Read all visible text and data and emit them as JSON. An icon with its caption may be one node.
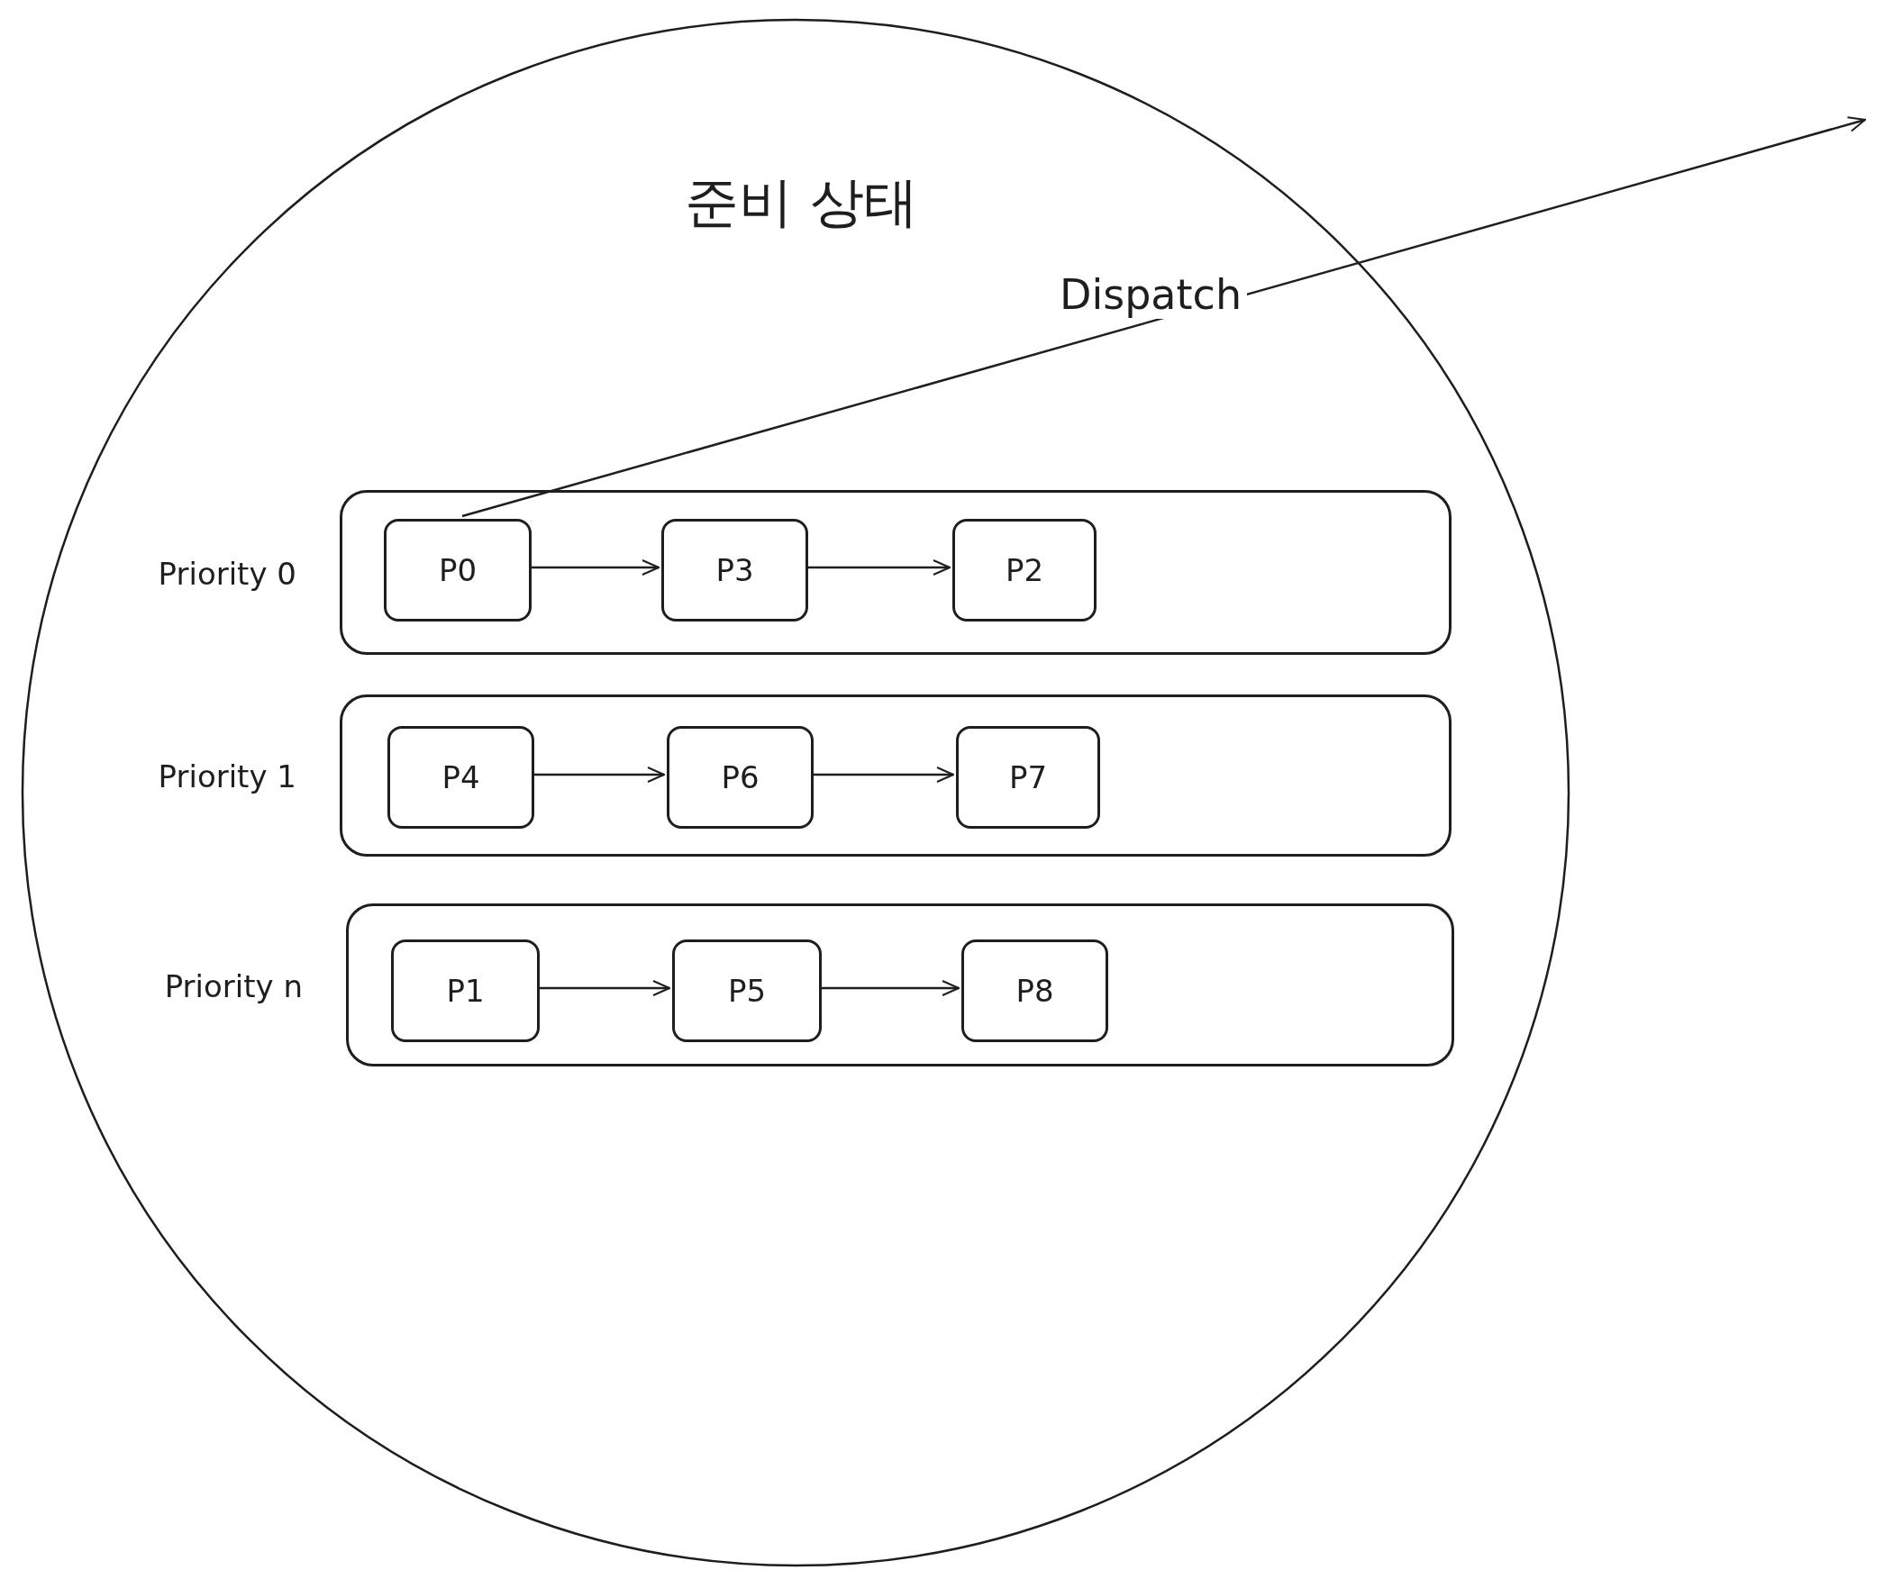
{
  "diagram": {
    "nodes": [
      {
        "text": [
          "준비 상태"
        ]
      },
      {
        "text": [],
        "shape": "box",
        "beside": [
          "Priority 0"
        ],
        "in": 0
      },
      {
        "text": [
          "P0"
        ],
        "in": 1
      },
      {
        "text": [
          "P3"
        ],
        "in": 1
      },
      {
        "text": [
          "P2"
        ],
        "in": 1
      },
      {
        "text": [],
        "shape": "box",
        "beside": [
          "Priority 1"
        ],
        "in": 0
      },
      {
        "text": [
          "P4"
        ],
        "in": 5
      },
      {
        "text": [
          "P6"
        ],
        "in": 5
      },
      {
        "text": [
          "P7"
        ],
        "in": 5
      },
      {
        "text": [],
        "shape": "box",
        "beside": [
          "Priority n"
        ],
        "in": 0
      },
      {
        "text": [
          "P1"
        ],
        "in": 9
      },
      {
        "text": [
          "P5"
        ],
        "in": 9
      },
      {
        "text": [
          "P8"
        ],
        "in": 9
      }
    ],
    "edges": [
      {
        "from": 2,
        "to": 3,
        "arrow": "to"
      },
      {
        "from": 3,
        "to": 4,
        "arrow": "to"
      },
      {
        "from": 6,
        "to": 7,
        "arrow": "to"
      },
      {
        "from": 7,
        "to": 8,
        "arrow": "to"
      },
      {
        "from": 10,
        "to": 11,
        "arrow": "to"
      },
      {
        "from": 11,
        "to": 12,
        "arrow": "to"
      },
      {
        "from": 2,
        "to": null,
        "arrow": "to",
        "label": "Dispatch"
      }
    ]
  }
}
